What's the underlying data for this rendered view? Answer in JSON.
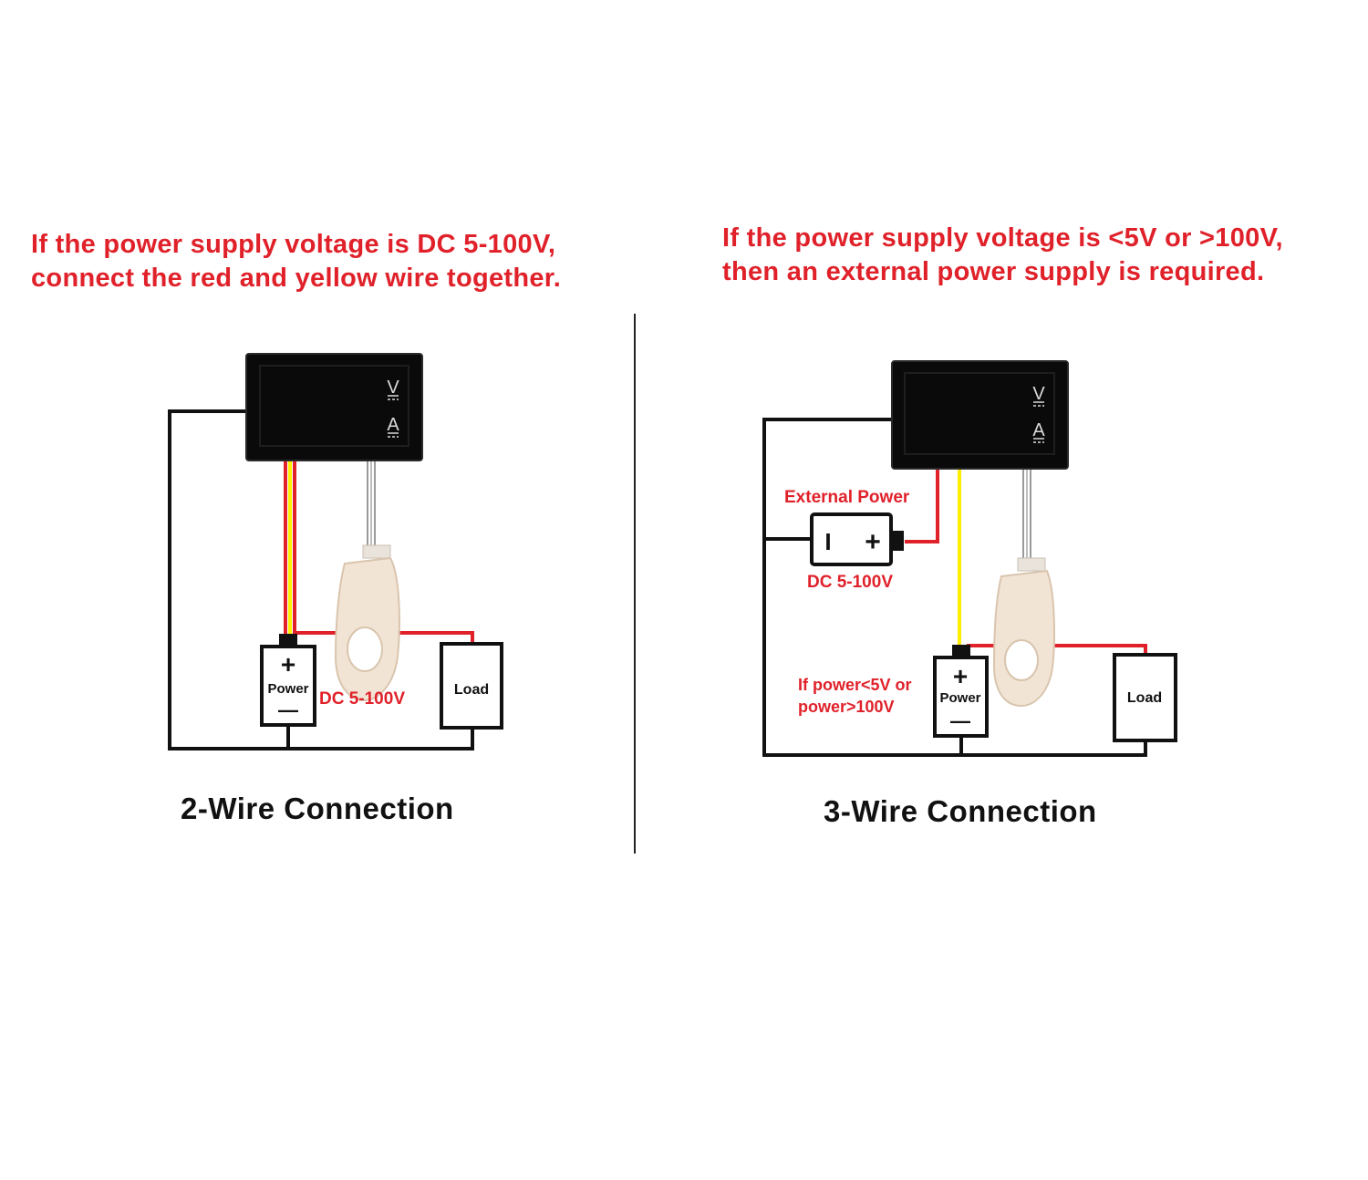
{
  "left": {
    "instruction": [
      "If the power supply voltage is DC 5-100V,",
      "connect the red and yellow wire together."
    ],
    "meter": {
      "top_symbol": "V",
      "bottom_symbol": "A"
    },
    "power": {
      "plus": "+",
      "label": "Power",
      "minus": "—"
    },
    "voltage_label": "DC 5-100V",
    "load_label": "Load",
    "caption": "2-Wire Connection"
  },
  "right": {
    "instruction": [
      "If the power supply voltage is <5V or >100V,",
      "then an external power supply is required."
    ],
    "meter": {
      "top_symbol": "V",
      "bottom_symbol": "A"
    },
    "external_power": {
      "title": "External Power",
      "minus": "I",
      "plus": "+",
      "voltage": "DC 5-100V"
    },
    "condition_label": [
      "If power<5V or",
      "power>100V"
    ],
    "power": {
      "plus": "+",
      "label": "Power",
      "minus": "—"
    },
    "load_label": "Load",
    "caption": "3-Wire Connection"
  },
  "colors": {
    "text_red": "#e0212a",
    "wire_red": "#e0212a",
    "wire_yellow": "#ffee00",
    "wire_black": "#111111",
    "meter": "#0a0a0a",
    "shunt": "#f2e4d4"
  }
}
